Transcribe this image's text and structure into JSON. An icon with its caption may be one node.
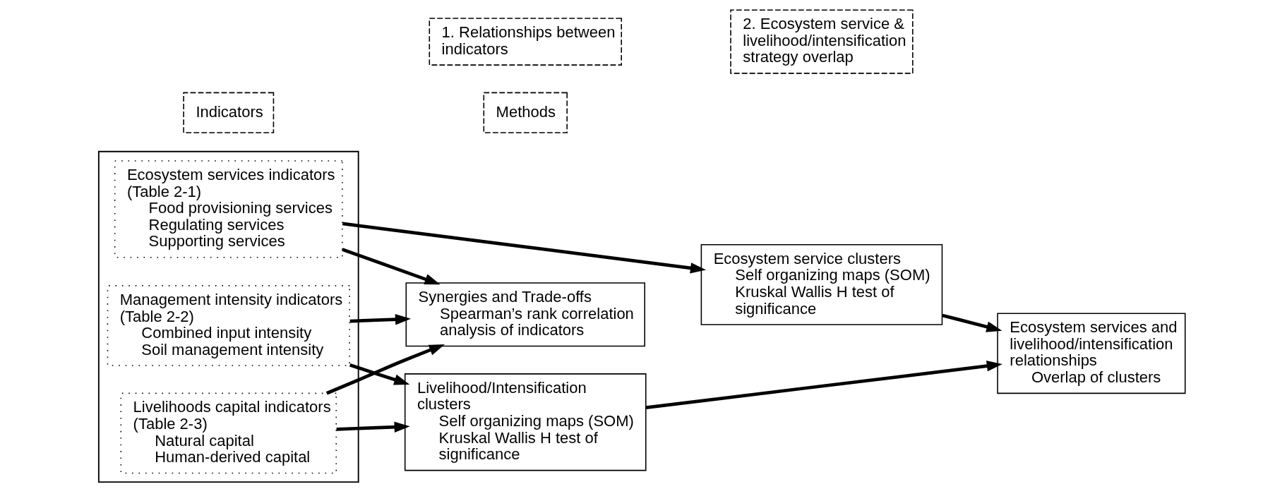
{
  "diagram": {
    "nodes": [
      {
        "text": [
          "Indicators"
        ]
      },
      {
        "text": [
          "Methods"
        ]
      },
      {
        "text": [
          "1. Relationships between indicators"
        ]
      },
      {
        "text": [
          "2. Ecosystem service & livelihood/intensification strategy overlap"
        ]
      },
      {
        "text": [],
        "shape": "box"
      },
      {
        "text": [
          "Ecosystem services indicators (Table 2-1)",
          "Food provisioning services",
          "Regulating services",
          "Supporting services"
        ],
        "in": 4
      },
      {
        "text": [
          "Management intensity indicators (Table 2-2)",
          "Combined input intensity",
          "Soil management intensity"
        ],
        "in": 4
      },
      {
        "text": [
          "Livelihoods capital indicators (Table 2-3)",
          "Natural capital",
          "Human-derived capital"
        ],
        "in": 4
      },
      {
        "text": [
          "Synergies and Trade-offs",
          "Spearman’s rank correlation analysis of indicators"
        ]
      },
      {
        "text": [
          "Ecosystem service clusters",
          "Self organizing maps (SOM)",
          "Kruskal Wallis H test of significance"
        ]
      },
      {
        "text": [
          "Livelihood/Intensification clusters",
          "Self organizing maps (SOM)",
          "Kruskal Wallis H test of significance"
        ]
      },
      {
        "text": [
          "Ecosystem services and livelihood/intensification relationships",
          "Overlap of clusters"
        ]
      }
    ],
    "edges": [
      {
        "from": 5,
        "to": 9,
        "arrow": "to"
      },
      {
        "from": 5,
        "to": 8,
        "arrow": "to"
      },
      {
        "from": 6,
        "to": 8,
        "arrow": "to"
      },
      {
        "from": 7,
        "to": 8,
        "arrow": "to"
      },
      {
        "from": 6,
        "to": 10,
        "arrow": "to"
      },
      {
        "from": 7,
        "to": 10,
        "arrow": "to"
      },
      {
        "from": 9,
        "to": 11,
        "arrow": "to"
      },
      {
        "from": 10,
        "to": 11,
        "arrow": "to"
      }
    ]
  }
}
